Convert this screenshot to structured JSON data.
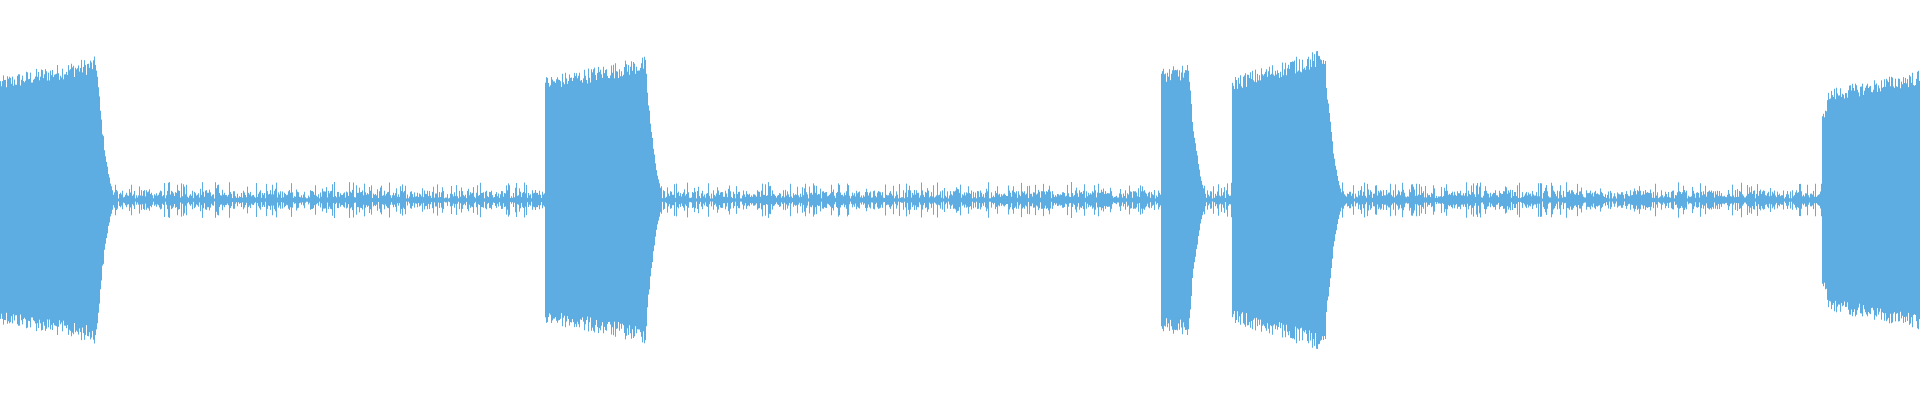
{
  "waveform": {
    "color": "#5dade2",
    "background": "#ffffff",
    "duration_fraction_bursts": [
      {
        "start": 0.0,
        "end": 0.05,
        "level": 0.62,
        "attack": "instant",
        "peak_end": 0.72
      },
      {
        "start": 0.284,
        "end": 0.336,
        "level": 0.62,
        "attack": "instant",
        "peak_end": 0.72
      },
      {
        "start": 0.605,
        "end": 0.619,
        "level": 0.66,
        "attack": "instant",
        "peak_end": 0.68
      },
      {
        "start": 0.642,
        "end": 0.69,
        "level": 0.62,
        "attack": "instant",
        "peak_end": 0.76
      },
      {
        "start": 0.949,
        "end": 1.0,
        "level": 0.55,
        "attack": "fade-in",
        "peak_end": 0.65
      }
    ],
    "noise_floor_level": 0.05
  }
}
